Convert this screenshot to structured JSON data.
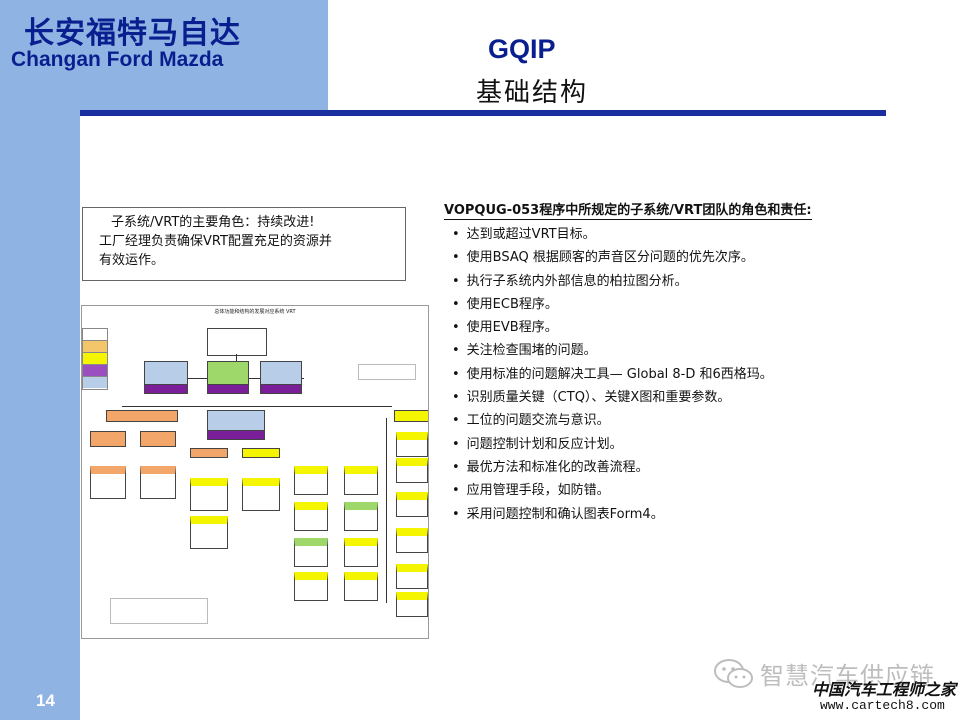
{
  "header": {
    "brand_cn": "长安福特马自达",
    "brand_en": "Changan Ford Mazda",
    "title": "GQIP",
    "subtitle": "基础结构"
  },
  "role_box": {
    "lines": [
      "子系统/VRT的主要角色：持续改进!",
      "工厂经理负责确保VRT配置充足的资源并",
      "有效运作。"
    ]
  },
  "org_chart": {
    "title": "总体功能和结构的发展对应系统 VRT"
  },
  "responsibilities": {
    "title": "VOPQUG-053程序中所规定的子系统/VRT团队的角色和责任:",
    "items": [
      "达到或超过VRT目标。",
      "使用BSAQ 根据顾客的声音区分问题的优先次序。",
      "执行子系统内外部信息的柏拉图分析。",
      "使用ECB程序。",
      "使用EVB程序。",
      "关注检查围堵的问题。",
      "使用标准的问题解决工具— Global 8-D 和6西格玛。",
      "识别质量关键（CTQ）、关键X图和重要参数。",
      "工位的问题交流与意识。",
      "问题控制计划和反应计划。",
      "最优方法和标准化的改善流程。",
      "应用管理手段，如防错。",
      "采用问题控制和确认图表Form4。"
    ]
  },
  "footer": {
    "page_number": "14",
    "watermark_text": "智慧汽车供应链",
    "watermark_brand": "中国汽车工程师之家",
    "watermark_url": "www.cartech8.com"
  },
  "colors": {
    "sidebar": "#8fb4e3",
    "title": "#0a1f8f",
    "rule": "#1a2f9f",
    "org_yellow": "#f5f500",
    "org_green": "#9fd86a",
    "org_orange": "#f3a66a",
    "org_blue": "#b7cde8",
    "org_purple": "#7a1e9a"
  }
}
